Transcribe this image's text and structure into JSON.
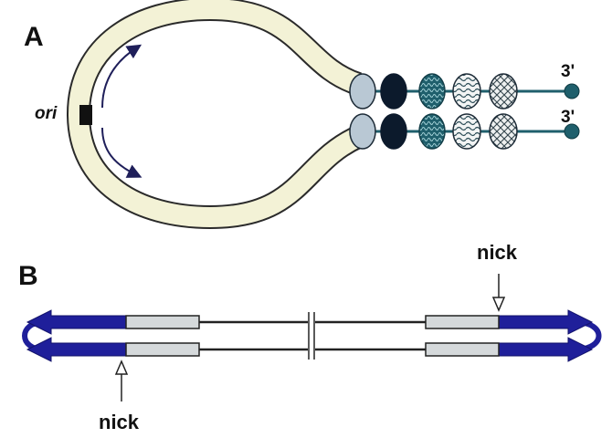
{
  "panel_a": {
    "label": "A",
    "ori_label": "ori",
    "end_labels": [
      "3'",
      "3'"
    ]
  },
  "panel_b": {
    "label": "B",
    "nick_label_top": "nick",
    "nick_label_bottom": "nick"
  },
  "colors": {
    "loop_fill": "#f3f2d6",
    "blue": "#1f1f9a",
    "grey_box": "#d5d9db",
    "light_bead": "#b9c8d4",
    "dark_bead": "#0c1a2c",
    "teal": "#1f5f6c"
  }
}
